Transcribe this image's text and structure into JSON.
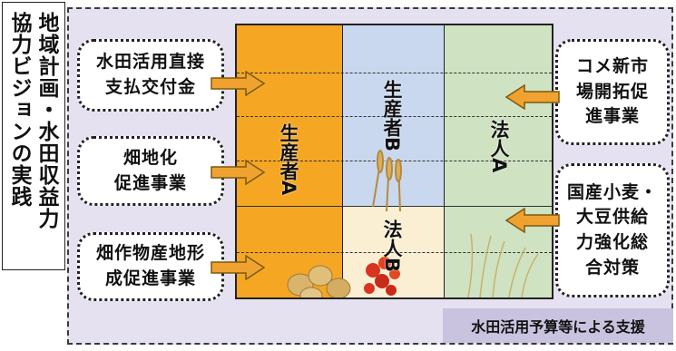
{
  "side_title": {
    "col1": "地域計画・水田収益力",
    "col2": "協力ビジョンの実践"
  },
  "left_boxes": [
    {
      "text": "水田活用直接\n支払交付金"
    },
    {
      "text": "畑地化\n促進事業"
    },
    {
      "text": "畑作物産地形\n成促進事業"
    }
  ],
  "right_boxes": [
    {
      "text": "コメ新市\n場開拓促\n進事業"
    },
    {
      "text": "国産小麦・\n大豆供給\n力強化総\n合対策"
    }
  ],
  "grid_labels": {
    "producer_a": "生産者A",
    "producer_b": "生産者B",
    "corp_a": "法人A",
    "corp_b": "法人B"
  },
  "bottom_label": "水田活用予算等による支援",
  "colors": {
    "orange": "#f5a623",
    "blue": "#c9d8ee",
    "green": "#cfe2c2",
    "cream": "#fbefd3",
    "arrow": "#f0a231",
    "panel": "#e6e1f1"
  }
}
